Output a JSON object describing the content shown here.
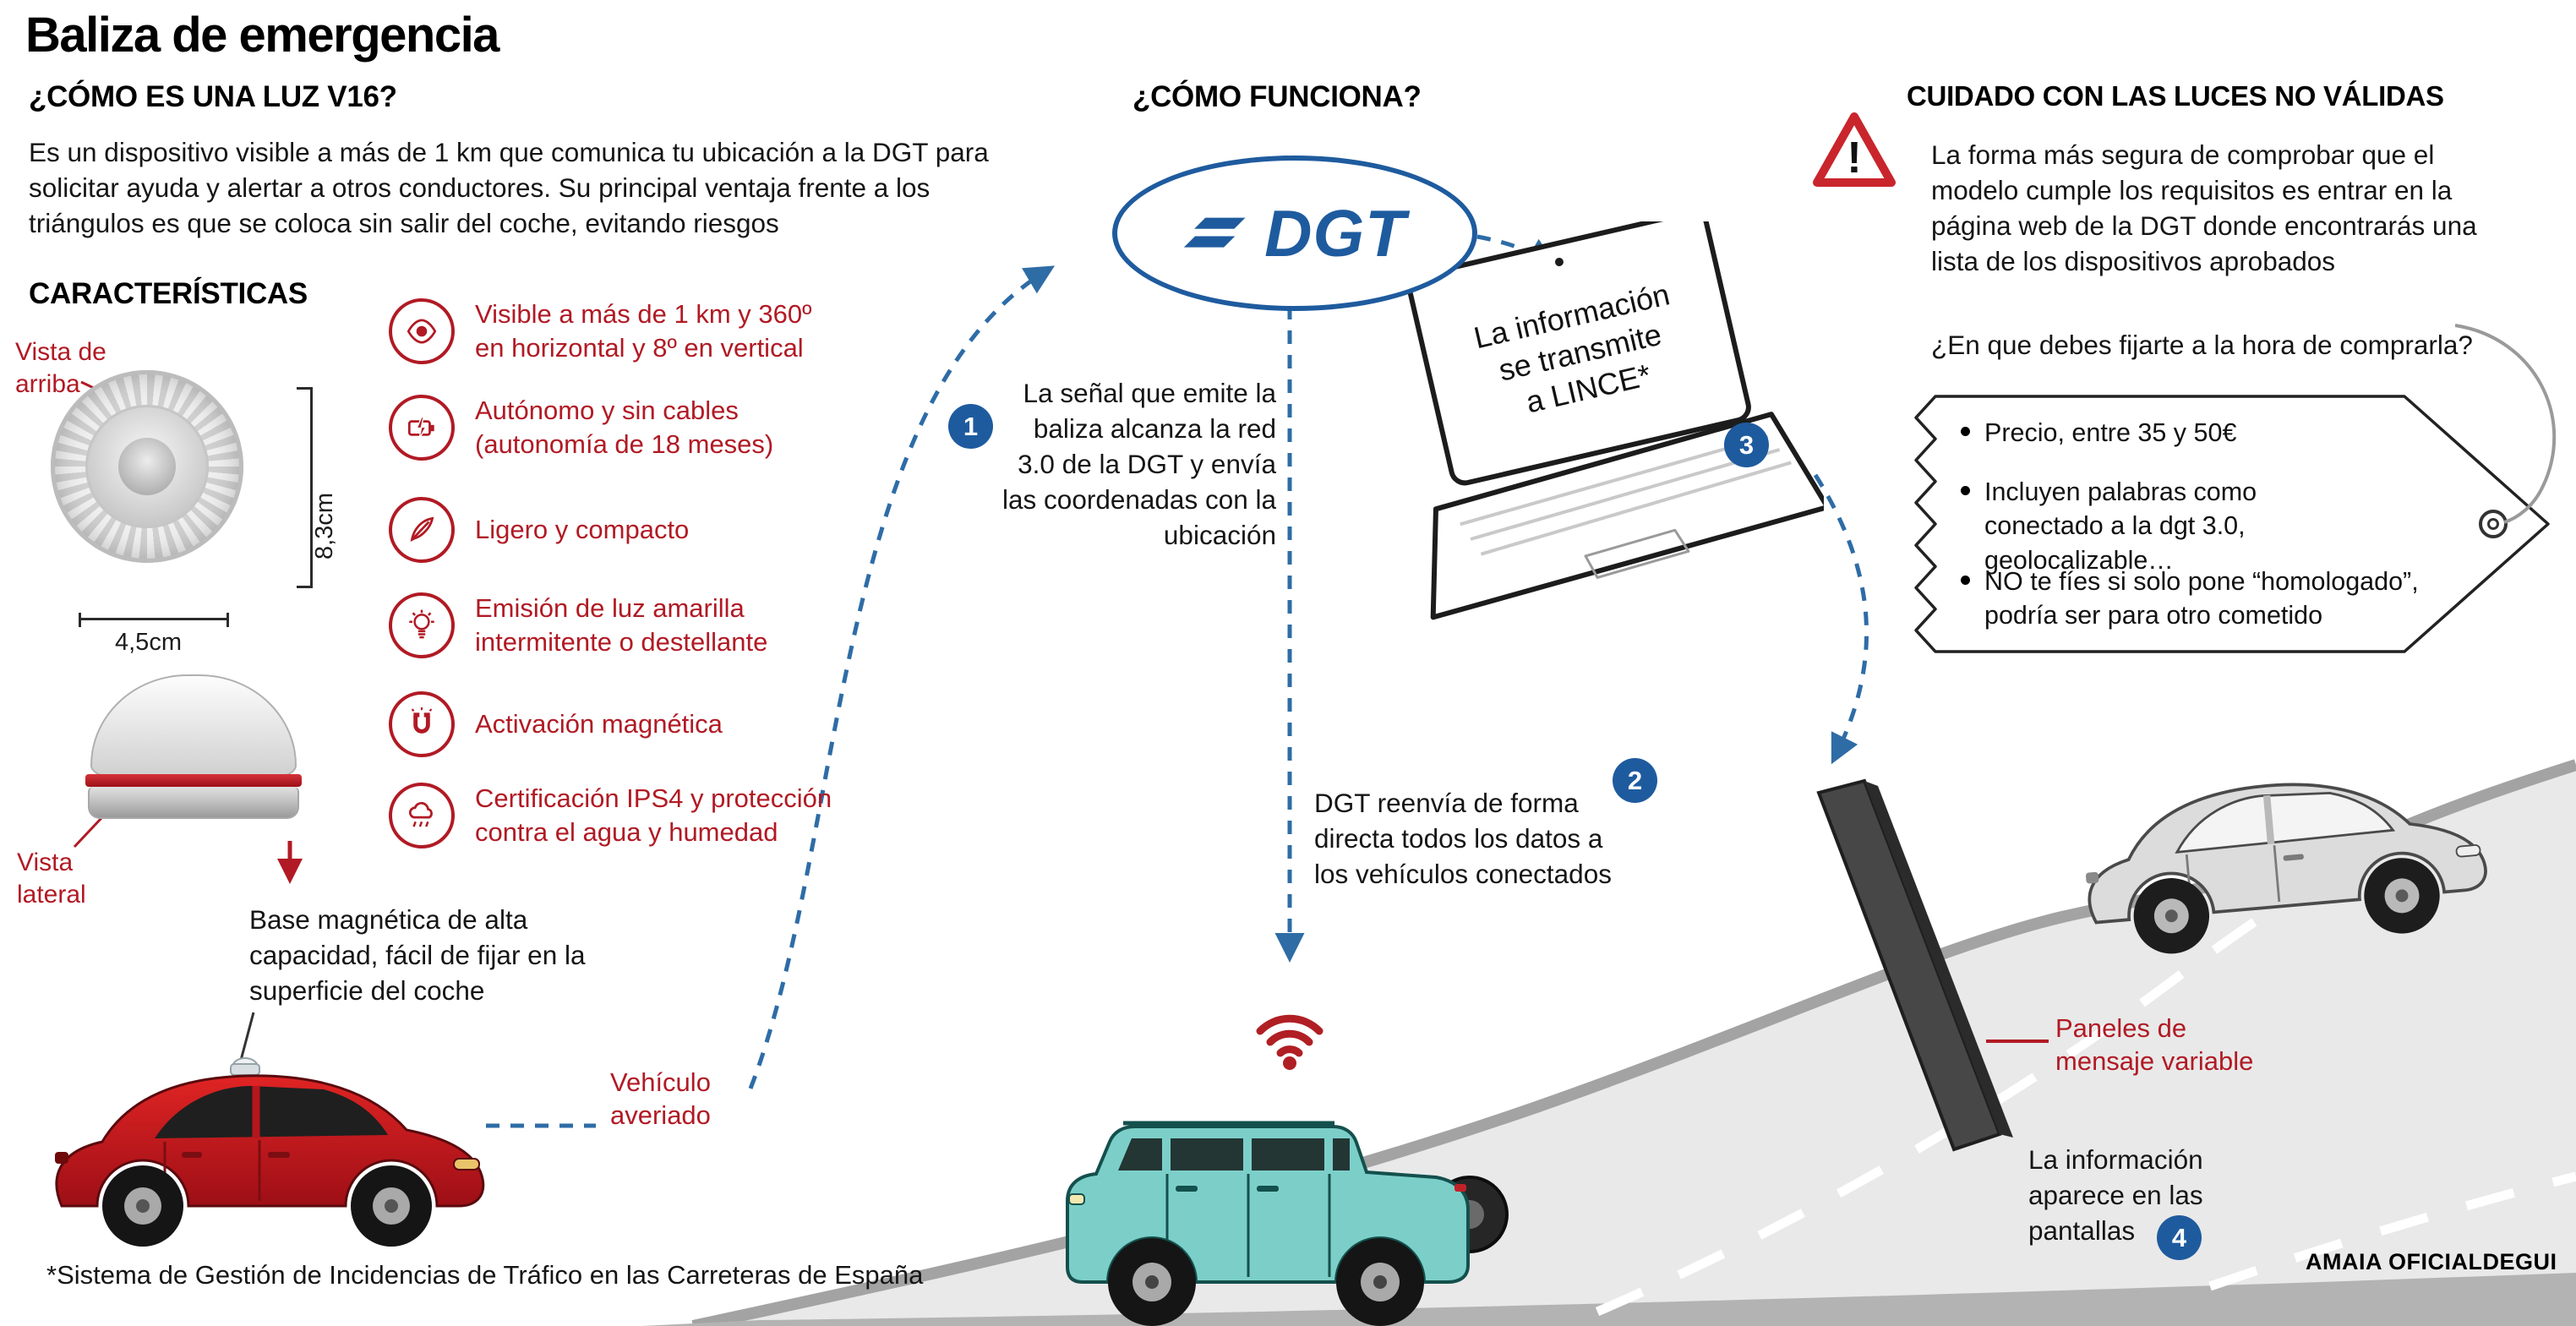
{
  "title": "Baliza de emergencia",
  "colors": {
    "accent_red": "#b11a24",
    "dgt_blue": "#1e5b9e",
    "arrow_blue": "#2e6ca6",
    "road_gray": "#e9e9e9",
    "panel_gray": "#474747"
  },
  "left": {
    "heading": "¿CÓMO ES UNA LUZ V16?",
    "intro": "Es un dispositivo visible a más de 1 km que comunica tu ubicación a la DGT para solicitar ayuda y alertar a otros conductores. Su principal ventaja frente a los triángulos es que se coloca sin salir del coche, evitando riesgos",
    "characteristics_heading": "CARACTERÍSTICAS",
    "top_view_label": "Vista de arriba",
    "side_view_label": "Vista lateral",
    "height_label": "8,3cm",
    "width_label": "4,5cm",
    "features": [
      {
        "icon": "eye-icon",
        "text": "Visible a más de 1 km y 360º en horizontal y 8º en vertical"
      },
      {
        "icon": "battery-icon",
        "text": "Autónomo y sin cables (autonomía de 18 meses)"
      },
      {
        "icon": "feather-icon",
        "text": "Ligero y compacto"
      },
      {
        "icon": "bulb-icon",
        "text": "Emisión de luz amarilla intermitente o destellante"
      },
      {
        "icon": "magnet-icon",
        "text": "Activación magnética"
      },
      {
        "icon": "weather-icon",
        "text": "Certificación IPS4 y protección contra el agua y humedad"
      }
    ],
    "base_note": "Base magnética de alta capacidad, fácil de fijar en la superficie del coche",
    "vehicle_label": "Vehículo averiado"
  },
  "middle": {
    "heading": "¿CÓMO FUNCIONA?",
    "dgt_label": "DGT",
    "steps": [
      {
        "num": "1",
        "text": "La señal que emite la baliza alcanza la red 3.0 de la DGT y envía las coordenadas con la ubicación"
      },
      {
        "num": "2",
        "text": "DGT reenvía de forma directa todos los datos a los vehículos conectados"
      },
      {
        "num": "3",
        "text_lines": [
          "La información",
          "se transmite",
          "a LINCE*"
        ]
      },
      {
        "num": "4"
      }
    ]
  },
  "right": {
    "heading": "CUIDADO CON LAS LUCES NO VÁLIDAS",
    "warning_mark": "!",
    "paragraph": "La forma más segura de comprobar que el modelo cumple los requisitos es entrar en la página web de la DGT donde encontrarás una lista de los dispositivos aprobados",
    "question": "¿En que debes fijarte a la hora de comprarla?",
    "tag_items": [
      "Precio, entre 35 y 50€",
      "Incluyen palabras como conectado a la dgt 3.0, geolocalizable…",
      "NO te fíes si solo pone “homologado”, podría ser para otro cometido"
    ],
    "panel_label": "Paneles de mensaje variable",
    "screens_note": "La información aparece en las pantallas"
  },
  "credit": "AMAIA OFICIALDEGUI",
  "footnote": "*Sistema de Gestión de Incidencias de Tráfico en las Carreteras de España"
}
